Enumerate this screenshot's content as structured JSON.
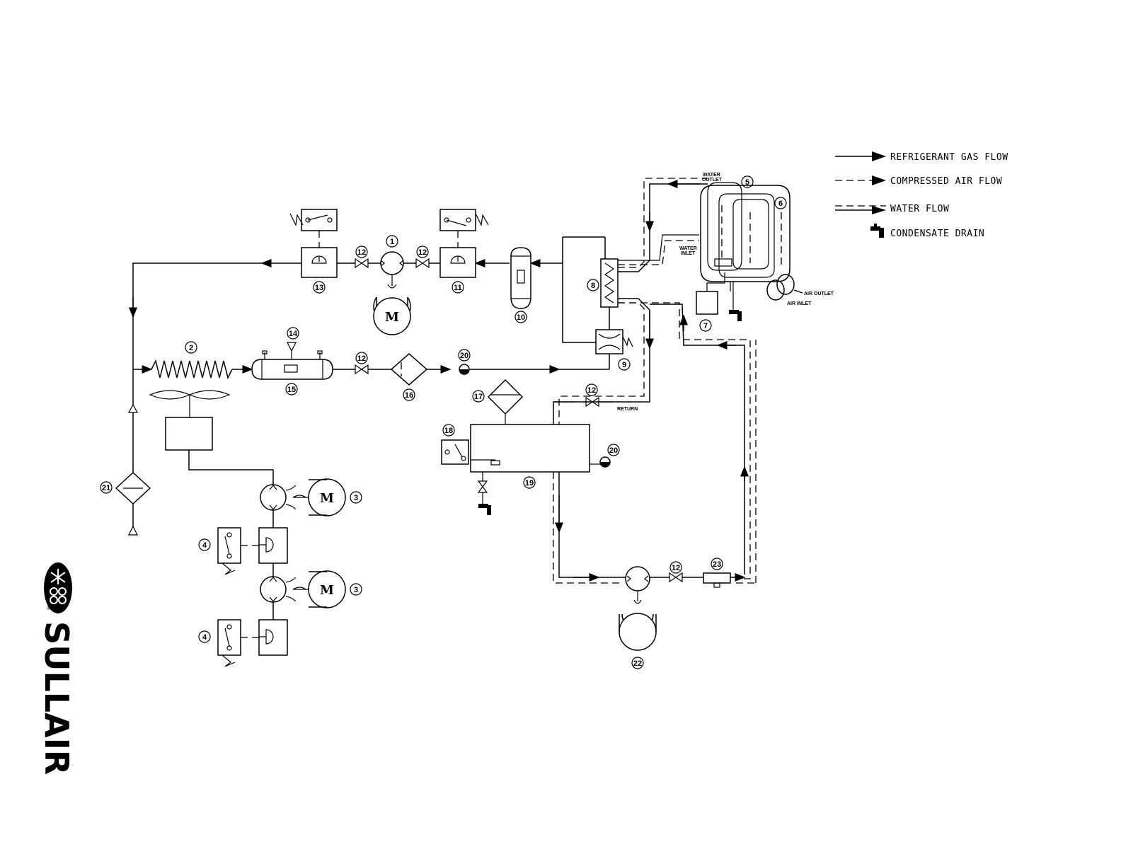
{
  "legend": {
    "refrigerant_gas_flow": "REFRIGERANT GAS FLOW",
    "compressed_air_flow": "COMPRESSED AIR FLOW",
    "water_flow": "WATER FLOW",
    "condensate_drain": "CONDENSATE DRAIN"
  },
  "labels": {
    "water_outlet_1": "WATER",
    "water_outlet_2": "OUTLET",
    "water_inlet_1": "WATER",
    "water_inlet_2": "INLET",
    "air_outlet": "AIR OUTLET",
    "air_inlet": "AIR INLET",
    "return": "RETURN",
    "motor": "M"
  },
  "callouts": {
    "c1": "1",
    "c2": "2",
    "c3a": "3",
    "c3b": "3",
    "c4a": "4",
    "c4b": "4",
    "c5": "5",
    "c6": "6",
    "c7": "7",
    "c8": "8",
    "c9": "9",
    "c10": "10",
    "c11": "11",
    "c12a": "12",
    "c12b": "12",
    "c12c": "12",
    "c12d": "12",
    "c12e": "12",
    "c13": "13",
    "c14": "14",
    "c15": "15",
    "c16": "16",
    "c17": "17",
    "c18": "18",
    "c19": "19",
    "c20a": "20",
    "c20b": "20",
    "c21": "21",
    "c22": "22",
    "c23": "23"
  },
  "brand": {
    "name": "SULLAIR",
    "registered_mark": "®"
  }
}
